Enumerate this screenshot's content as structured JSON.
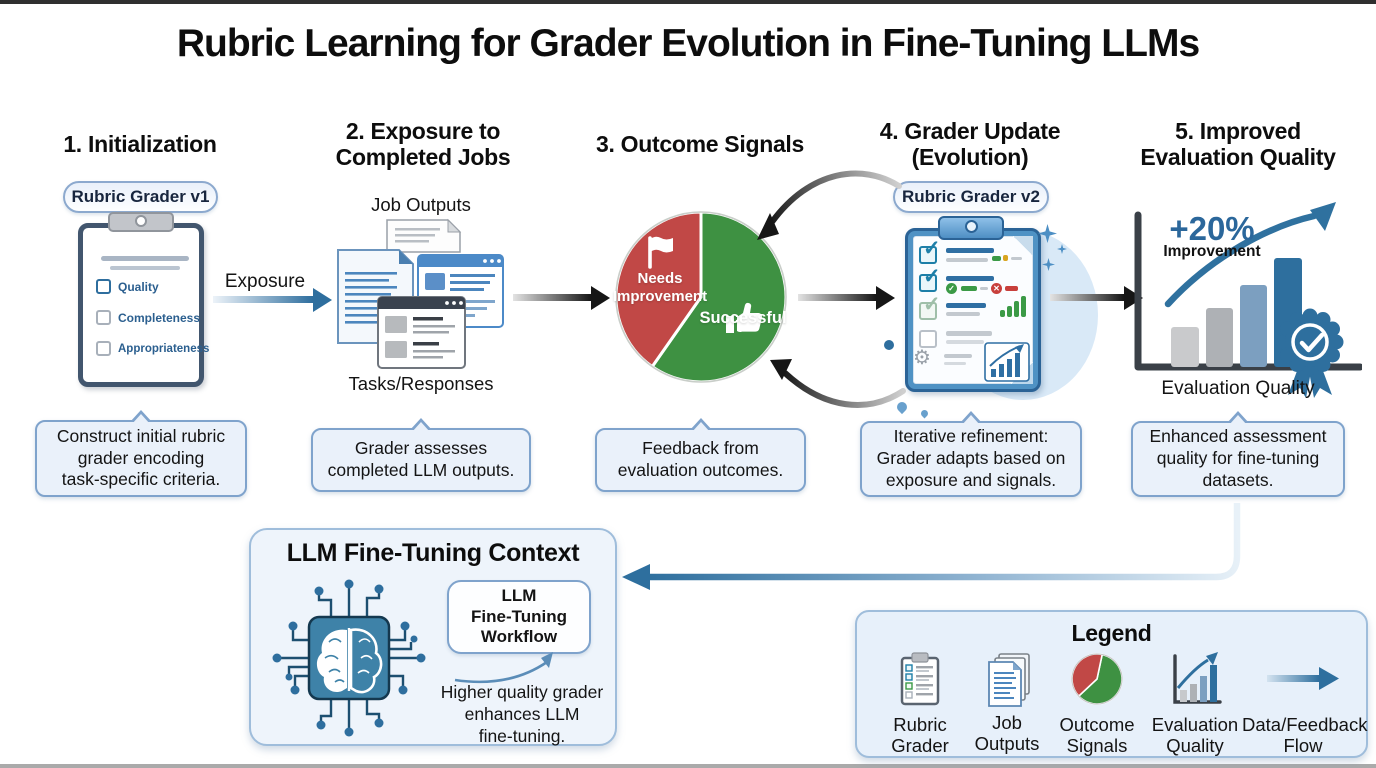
{
  "title": "Rubric Learning for Grader Evolution in Fine-Tuning LLMs",
  "steps": {
    "s1": {
      "header": "1. Initialization",
      "pill": "Rubric Grader v1",
      "checklist": [
        "Quality",
        "Completeness",
        "Appropriateness"
      ],
      "caption": "Construct initial rubric\ngrader encoding\ntask-specific criteria."
    },
    "s2": {
      "header": "2. Exposure to\nCompleted Jobs",
      "label_top": "Job Outputs",
      "label_bottom": "Tasks/Responses",
      "caption": "Grader assesses\ncompleted LLM outputs."
    },
    "s3": {
      "header": "3. Outcome Signals",
      "pie_negative": "Needs\nImprovement",
      "pie_positive": "Successful",
      "caption": "Feedback from\nevaluation outcomes."
    },
    "s4": {
      "header": "4. Grader Update\n(Evolution)",
      "pill": "Rubric Grader v2",
      "caption": "Iterative refinement:\nGrader adapts based on\nexposure and signals."
    },
    "s5": {
      "header": "5. Improved\nEvaluation Quality",
      "metric": "+20%",
      "metric_caption": "Improvement",
      "axis_label": "Evaluation Quality",
      "caption": "Enhanced assessment\nquality for fine-tuning\ndatasets."
    }
  },
  "flow": {
    "exposure_label": "Exposure"
  },
  "context": {
    "title": "LLM Fine-Tuning Context",
    "workflow": "LLM\nFine-Tuning\nWorkflow",
    "caption": "Higher quality grader\nenhances LLM\nfine-tuning."
  },
  "legend": {
    "title": "Legend",
    "items": [
      {
        "icon": "rubric-grader-icon",
        "label": "Rubric\nGrader"
      },
      {
        "icon": "job-outputs-icon",
        "label": "Job\nOutputs"
      },
      {
        "icon": "outcome-signals-icon",
        "label": "Outcome\nSignals"
      },
      {
        "icon": "evaluation-quality-icon",
        "label": "Evaluation\nQuality"
      },
      {
        "icon": "data-feedback-flow-icon",
        "label": "Data/Feedback\nFlow"
      }
    ]
  },
  "colors": {
    "accent_blue": "#2E6E9E",
    "pie_red": "#C14846",
    "pie_green": "#3E9142",
    "callout_fill": "#EAF1FA",
    "callout_border": "#7FA3CC",
    "clipboard_navy": "#42566E",
    "black_arrow": "#161616"
  }
}
